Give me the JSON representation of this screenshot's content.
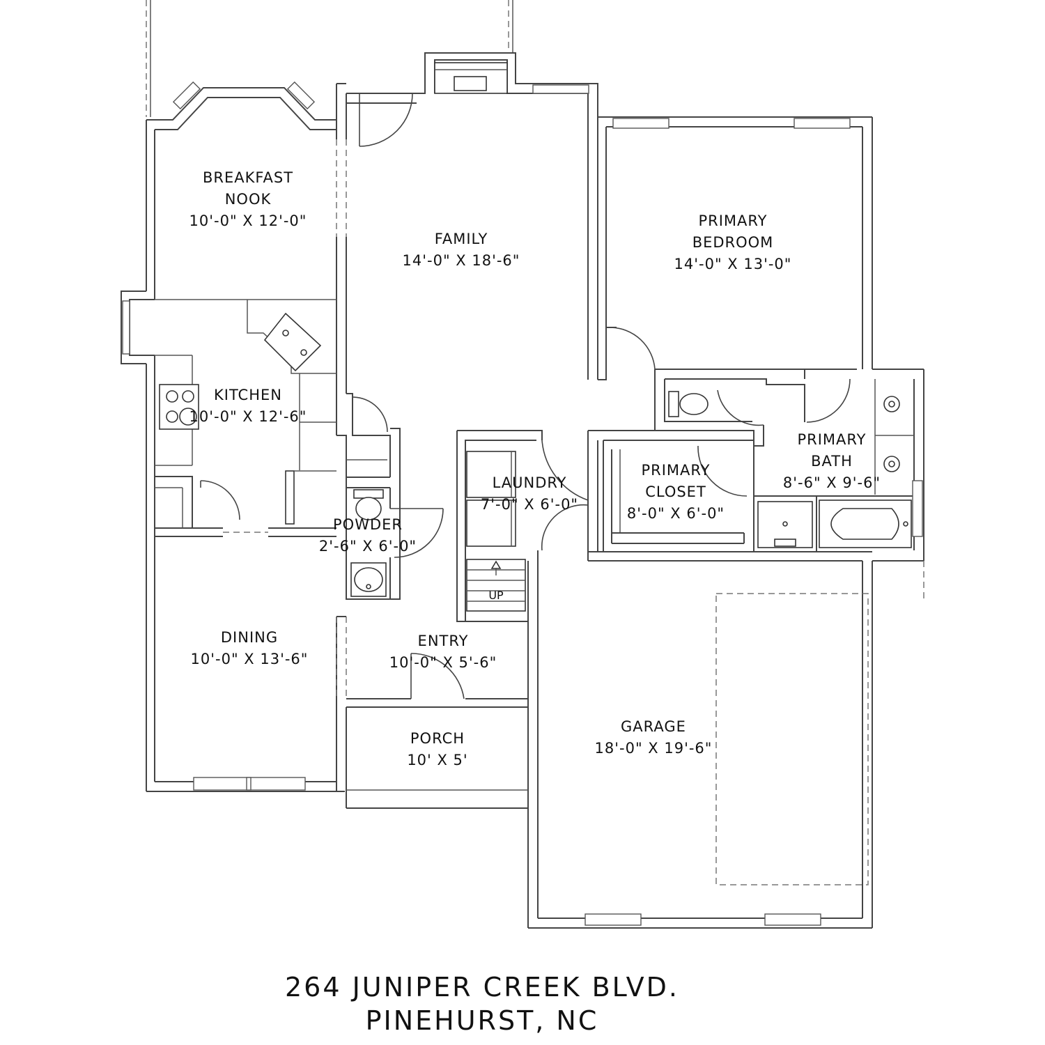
{
  "rooms": {
    "breakfast_nook": {
      "name_line1": "BREAKFAST",
      "name_line2": "NOOK",
      "size": "10'-0\" X 12'-0\""
    },
    "family": {
      "name": "FAMILY",
      "size": "14'-0\" X 18'-6\""
    },
    "primary_bedroom": {
      "name_line1": "PRIMARY",
      "name_line2": "BEDROOM",
      "size": "14'-0\" X 13'-0\""
    },
    "kitchen": {
      "name": "KITCHEN",
      "size": "10'-0\" X 12'-6\""
    },
    "laundry": {
      "name": "LAUNDRY",
      "size": "7'-0\" X 6'-0\""
    },
    "primary_closet": {
      "name_line1": "PRIMARY",
      "name_line2": "CLOSET",
      "size": "8'-0\" X 6'-0\""
    },
    "primary_bath": {
      "name_line1": "PRIMARY",
      "name_line2": "BATH",
      "size": "8'-6\" X 9'-6\""
    },
    "powder": {
      "name": "POWDER",
      "size": "2'-6\" X 6'-0\""
    },
    "dining": {
      "name": "DINING",
      "size": "10'-0\" X 13'-6\""
    },
    "entry": {
      "name": "ENTRY",
      "size": "10'-0\" X 5'-6\""
    },
    "porch": {
      "name": "PORCH",
      "size": "10' X 5'"
    },
    "garage": {
      "name": "GARAGE",
      "size": "18'-0\" X 19'-6\""
    }
  },
  "stairs": {
    "label": "UP"
  },
  "address": {
    "line1": "264 JUNIPER CREEK BLVD.",
    "line2": "PINEHURST, NC"
  }
}
